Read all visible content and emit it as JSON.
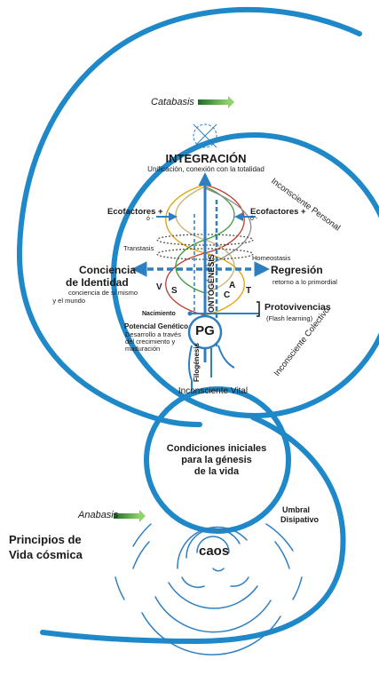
{
  "colors": {
    "spiral_blue": "#1e88c8",
    "dashed_blue": "#2e7fc0",
    "arrow_green": "#3aa13a",
    "text_dark": "#1a1a1a",
    "wave_colors": [
      "#c0392b",
      "#e0a100",
      "#3d9b3d",
      "#c8b070",
      "#8a8a8a"
    ]
  },
  "catabasis": "Catabasis",
  "anabasis": "Anabasis",
  "integracion": {
    "title": "INTEGRACIÓN",
    "subtitle": "Unificación, conexión con la totalidad"
  },
  "ecofactores_left": {
    "label": "Ecofactores +",
    "sign": "ó -"
  },
  "ecofactores_right": {
    "label": "Ecofactores +",
    "sign": "ó -"
  },
  "transtasis": "Transtasis",
  "homeostasis": "Homeostasis",
  "inconsciente_personal": "Inconsciente Personal",
  "inconsciente_colectivo": "Inconsciente Colectivo",
  "inconsciente_vital": "Inconsciente Vital",
  "conciencia": {
    "title_line1": "Conciencia",
    "title_line2": "de Identidad",
    "sub_line1": "conciencia de sí mismo",
    "sub_line2": "y el mundo"
  },
  "regresion": {
    "title": "Regresión",
    "subtitle": "retorno a lo primordial"
  },
  "ontogenesis": "ONTOGÉNESIS",
  "letters": [
    "V",
    "S",
    "C",
    "A",
    "T"
  ],
  "protovivencias": {
    "title": "Protovivencias",
    "subtitle": "(Flash learning)"
  },
  "nacimiento": "Nacimiento",
  "potencial": {
    "title": "Potencial Genético",
    "line1": "Desarrollo  a través",
    "line2": "del crecimiento y",
    "line3": "maduración"
  },
  "pg": "PG",
  "filogenesis": "Filogénesis",
  "condiciones": {
    "line1": "Condiciones iniciales",
    "line2": "para la génesis",
    "line3": "de la vida"
  },
  "umbral": {
    "line1": "Umbral",
    "line2": "Disipativo"
  },
  "principios": {
    "line1": "Principios  de",
    "line2": "Vida cósmica"
  },
  "caos": "caos"
}
